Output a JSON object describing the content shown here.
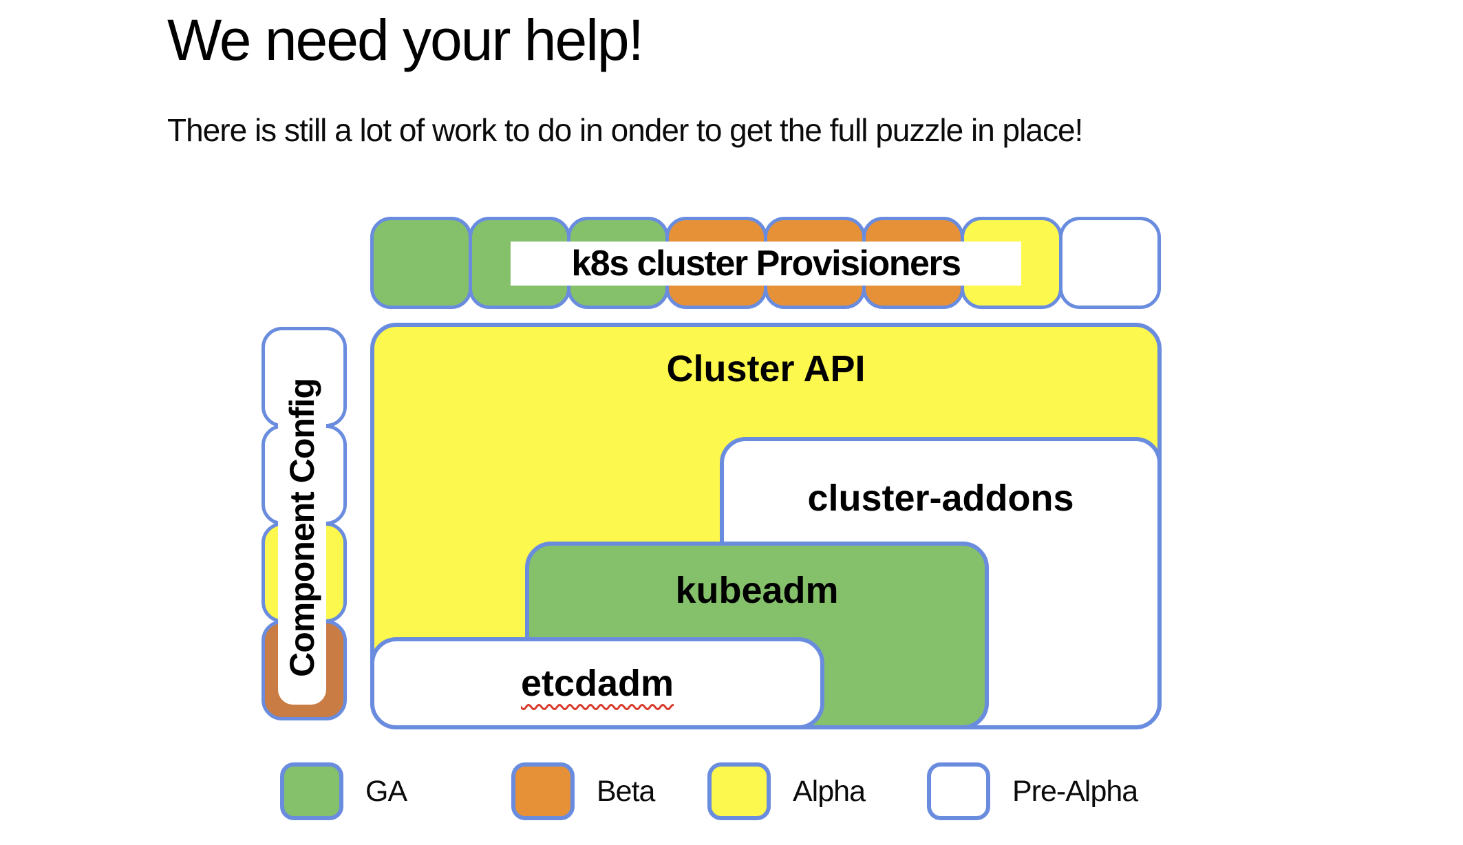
{
  "header": {
    "title": "We need your help!",
    "subtitle": "There is still a lot of work to do in onder to get the full puzzle in place!"
  },
  "colors": {
    "ga": "#85C16B",
    "beta": "#E69138",
    "beta_dark": "#C97C44",
    "alpha": "#FCF84D",
    "prealpha": "#FFFFFF",
    "border": "#6A8CDE",
    "squiggle": "#D93A2B"
  },
  "provisioners_row": {
    "label": "k8s cluster Provisioners",
    "pieces": [
      "ga",
      "ga",
      "ga",
      "beta",
      "beta",
      "beta",
      "alpha",
      "prealpha"
    ]
  },
  "component_config": {
    "label": "Component Config",
    "pieces": [
      "prealpha",
      "prealpha",
      "alpha",
      "beta_dark"
    ]
  },
  "blocks": {
    "cluster_api": {
      "label": "Cluster API",
      "status": "alpha"
    },
    "cluster_addons": {
      "label": "cluster-addons",
      "status": "prealpha"
    },
    "kubeadm": {
      "label": "kubeadm",
      "status": "ga"
    },
    "etcdadm": {
      "label": "etcdadm",
      "status": "prealpha",
      "spellcheck_underline": true
    }
  },
  "legend": {
    "items": [
      {
        "label": "GA",
        "status": "ga"
      },
      {
        "label": "Beta",
        "status": "beta"
      },
      {
        "label": "Alpha",
        "status": "alpha"
      },
      {
        "label": "Pre-Alpha",
        "status": "prealpha"
      }
    ]
  }
}
